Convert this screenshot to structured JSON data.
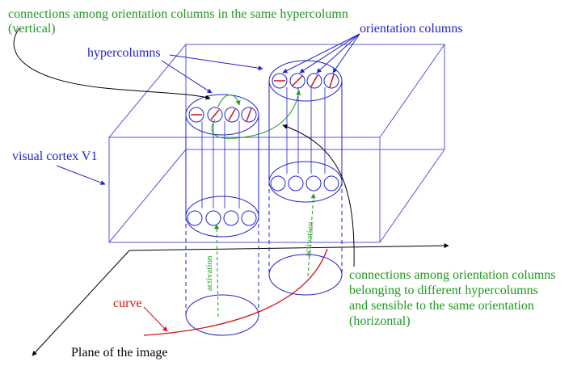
{
  "labels": {
    "vertical_connections_line1": "connections among orientation columns in the same hypercolumn",
    "vertical_connections_line2": "(vertical)",
    "orientation_columns": "orientation columns",
    "hypercolumns": "hypercolumns",
    "visual_cortex": "visual cortex V1",
    "activation_left": "activation",
    "activation_right": "activation",
    "horizontal_line1": "connections among orientation columns",
    "horizontal_line2": "belonging to different hypercolumns",
    "horizontal_line3": "and sensible to the same orientation",
    "horizontal_line4": "(horizontal)",
    "curve": "curve",
    "plane": "Plane of the image"
  },
  "colors": {
    "green": "#1f9a1f",
    "blue": "#2222cc",
    "red": "#d01010",
    "black": "#000000",
    "box": "#5555dd"
  }
}
